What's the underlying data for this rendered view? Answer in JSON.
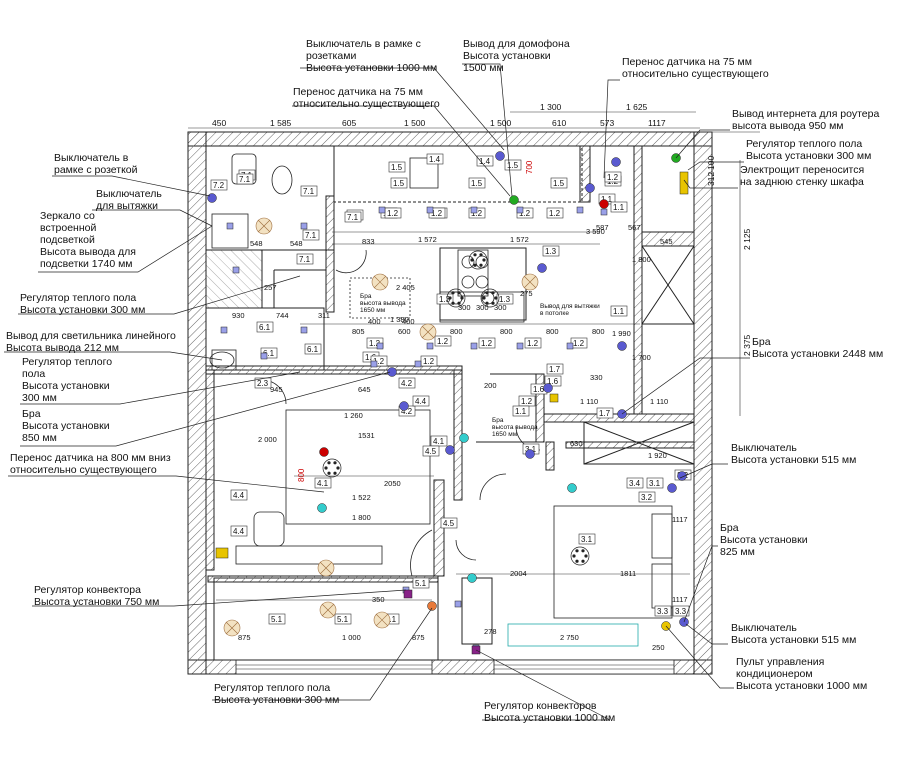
{
  "callouts": [
    {
      "id": "c1",
      "text": "Выключатель в рамке с\nрозетками\nВысота установки 1000 мм"
    },
    {
      "id": "c2",
      "text": "Вывод для домофона\nВысота установки\n1500 мм"
    },
    {
      "id": "c3",
      "text": "Перенос датчика на 75 мм\nотносительно существующего"
    },
    {
      "id": "c4",
      "text": "Перенос датчика на 75 мм\nотносительно существующего"
    },
    {
      "id": "c5",
      "text": "Вывод интернета для роутера\nвысота вывода 950 мм"
    },
    {
      "id": "c6",
      "text": "Регулятор теплого пола\nВысота установки 300 мм"
    },
    {
      "id": "c7",
      "text": "Электрощит переносится\nна заднюю стенку шкафа"
    },
    {
      "id": "c8",
      "text": "Выключатель в\nрамке с розеткой"
    },
    {
      "id": "c9",
      "text": "Выключатель\nдля вытяжки"
    },
    {
      "id": "c10",
      "text": "Зеркало со\nвстроенной\nподсветкой\nВысота вывода для\nподсветки 1740 мм"
    },
    {
      "id": "c11",
      "text": "Регулятор теплого пола\nВысота установки 300 мм"
    },
    {
      "id": "c12",
      "text": "Вывод для светильника линейного\nВысота вывода 212 мм"
    },
    {
      "id": "c13",
      "text": "Регулятор теплого\nпола\nВысота установки\n300 мм"
    },
    {
      "id": "c14",
      "text": "Бра\nВысота установки\n850 мм"
    },
    {
      "id": "c15",
      "text": "Перенос датчика на 800 мм вниз\nотносительно существующего"
    },
    {
      "id": "c16",
      "text": "Бра\nВысота установки 2448 мм"
    },
    {
      "id": "c17",
      "text": "Выключатель\nВысота установки 515 мм"
    },
    {
      "id": "c18",
      "text": "Бра\nВысота установки\n825 мм"
    },
    {
      "id": "c19",
      "text": "Выключатель\nВысота установки 515 мм"
    },
    {
      "id": "c20",
      "text": "Пульт управления\nкондиционером\nВысота установки 1000 мм"
    },
    {
      "id": "c21",
      "text": "Регулятор конвектора\nВысота установки 750 мм"
    },
    {
      "id": "c22",
      "text": "Регулятор теплого пола\nВысота установки 300 мм"
    },
    {
      "id": "c23",
      "text": "Регулятор конвекторов\nВысота установки 1000 мм"
    }
  ],
  "dimensions_top": [
    "450",
    "1 585",
    "605",
    "1 500",
    "1 500",
    "610",
    "573",
    "1117",
    "1 300",
    "1 625"
  ],
  "dimensions_right": [
    "2 125",
    "2 375",
    "312",
    "100"
  ],
  "inner_dims": [
    "1 572",
    "1 572",
    "2 405",
    "3 590",
    "587",
    "567",
    "545",
    "1 800",
    "1 700",
    "1 110",
    "1 110",
    "1 990",
    "1 920",
    "2 000",
    "2050",
    "1 260",
    "1531",
    "1 800",
    "1 522",
    "2004",
    "1811",
    "2 750",
    "1117",
    "1117",
    "1 000",
    "875",
    "875",
    "1 380",
    "805",
    "600",
    "800",
    "800",
    "800",
    "800",
    "400",
    "400",
    "200",
    "330",
    "300",
    "300",
    "300",
    "275",
    "350",
    "257",
    "744",
    "930",
    "311",
    "945",
    "645",
    "548",
    "548",
    "833",
    "630",
    "278",
    "250"
  ],
  "labels": {
    "bra_1": "Бра\nвысота вывода\n1650 мм",
    "bra_2": "Бра\nвысота вывода\n1650 мм",
    "hood": "Вывод для вытяжки\nв потолке",
    "red_800": "800",
    "red_700": "700"
  },
  "circuits": [
    "7.1",
    "7.2",
    "7.1",
    "7.1",
    "7.1",
    "7.1",
    "7.1",
    "7.1",
    "1.4",
    "1.5",
    "1.5",
    "1.4",
    "1.5",
    "1.5",
    "1.5",
    "1.2",
    "1.2",
    "1.2",
    "1.2",
    "1.2",
    "1.2",
    "1.2",
    "1.2",
    "1.1",
    "1.1",
    "1.2",
    "1.3",
    "1.3",
    "1.3",
    "1.1",
    "6.1",
    "6.1",
    "6.1",
    "1.6",
    "1.2",
    "1.2",
    "1.2",
    "1.2",
    "1.2",
    "1.2",
    "1.2",
    "1.6",
    "1.2",
    "1.1",
    "1.6",
    "1.7",
    "1.7",
    "2.3",
    "4.2",
    "4.2",
    "4.4",
    "4.1",
    "4.5",
    "4.4",
    "4.4",
    "4.1",
    "4.5",
    "5.1",
    "5.1",
    "5.1",
    "5.1",
    "3.1",
    "3.1",
    "3.4",
    "3.1",
    "3.2",
    "3.2",
    "3.3",
    "3.3"
  ],
  "colors": {
    "wall_hatch": "#555555",
    "line": "#1a1a1a",
    "accent_red": "#cc0000",
    "socket_fill": "#9aa0e8",
    "outlet_blue": "#5a5ad0",
    "green": "#22aa22",
    "cyan": "#33cccc",
    "purple": "#882288",
    "yellow": "#e8c400",
    "orange": "#e87a3a"
  }
}
